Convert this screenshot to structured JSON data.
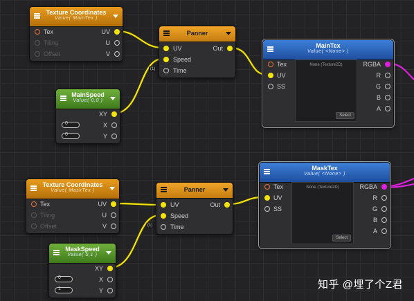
{
  "nodes": {
    "texcoord1": {
      "title": "Texture Coordinates",
      "subtitle": "Value( MainTex )",
      "inputs": [
        "Tex",
        "Tiling",
        "Offset"
      ],
      "outputs": [
        "UV",
        "U",
        "V"
      ]
    },
    "panner1": {
      "title": "Panner",
      "inputs": [
        "UV",
        "Speed",
        "Time"
      ],
      "outputs": [
        "Out"
      ],
      "time_tag": "(1)"
    },
    "mainspeed": {
      "title": "MainSpeed",
      "subtitle": "Value( 0,0 )",
      "outputs": [
        "XY",
        "X",
        "Y"
      ],
      "field_x": "0",
      "field_y": "0"
    },
    "maintex": {
      "title": "MainTex",
      "subtitle": "Value( <None> )",
      "inputs": [
        "Tex",
        "UV",
        "SS"
      ],
      "outputs": [
        "RGBA",
        "R",
        "G",
        "B",
        "A"
      ],
      "preview_label": "None (Texture2D)",
      "select_label": "Select"
    },
    "texcoord2": {
      "title": "Texture Coordinates",
      "subtitle": "Value( MaskTex )",
      "inputs": [
        "Tex",
        "Tiling",
        "Offset"
      ],
      "outputs": [
        "UV",
        "U",
        "V"
      ]
    },
    "panner2": {
      "title": "Panner",
      "inputs": [
        "UV",
        "Speed",
        "Time"
      ],
      "outputs": [
        "Out"
      ],
      "time_tag": "(1)"
    },
    "maskspeed": {
      "title": "MaskSpeed",
      "subtitle": "Value( 0,1 )",
      "outputs": [
        "XY",
        "X",
        "Y"
      ],
      "field_x": "0",
      "field_y": "1"
    },
    "masktex": {
      "title": "MaskTex",
      "subtitle": "Value( <None> )",
      "inputs": [
        "Tex",
        "UV",
        "SS"
      ],
      "outputs": [
        "RGBA",
        "R",
        "G",
        "B",
        "A"
      ],
      "preview_label": "None (Texture2D)",
      "select_label": "Select"
    }
  },
  "watermark": "知乎 @埋了个Z君",
  "colors": {
    "wire_float2": "#f5e40c",
    "wire_rgba": "#e020e0",
    "header_orange": "#e89b1c",
    "header_green": "#5a9a2e",
    "header_blue": "#2f66c0"
  }
}
